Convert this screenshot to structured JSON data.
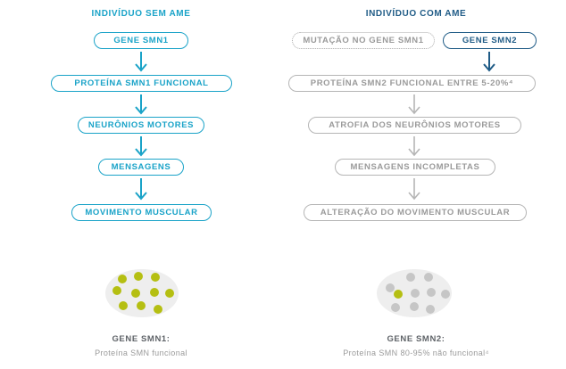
{
  "left": {
    "title": "INDIVÍDUO SEM AME",
    "steps": [
      "GENE SMN1",
      "PROTEÍNA SMN1 FUNCIONAL",
      "NEURÔNIOS MOTORES",
      "MENSAGENS",
      "MOVIMENTO MUSCULAR"
    ],
    "caption": "GENE SMN1:",
    "subcaption": "Proteína SMN funcional"
  },
  "right": {
    "title": "INDIVÍDUO COM AME",
    "mutation": "MUTAÇÃO NO GENE SMN1",
    "gene": "GENE SMN2",
    "steps": [
      "PROTEÍNA SMN2 FUNCIONAL ENTRE 5-20%⁴",
      "ATROFIA DOS NEURÔNIOS MOTORES",
      "MENSAGENS INCOMPLETAS",
      "ALTERAÇÃO DO MOVIMENTO MUSCULAR"
    ],
    "caption": "GENE SMN2:",
    "subcaption": "Proteína SMN 80-95% não funcional⁴"
  },
  "colors": {
    "teal": "#1aa3c8",
    "navy": "#1f5b86",
    "gray": "#b5b5b5",
    "green_dot": "#b5bf12",
    "gray_dot": "#c6c6c6",
    "circle_bg": "#eeeeee"
  }
}
